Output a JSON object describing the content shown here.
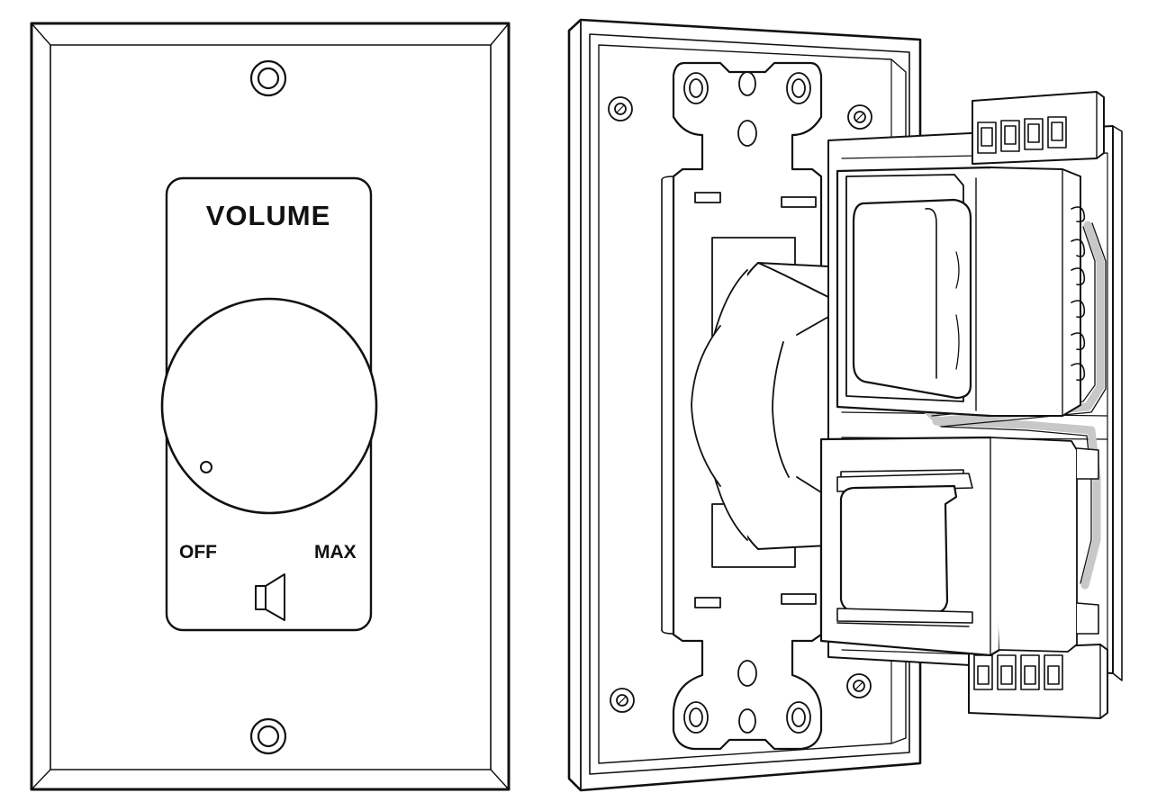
{
  "front_plate": {
    "title": "VOLUME",
    "off_label": "OFF",
    "max_label": "MAX"
  },
  "colors": {
    "line": "#111111",
    "fill": "#ffffff",
    "trace": "#c8c8c8"
  }
}
